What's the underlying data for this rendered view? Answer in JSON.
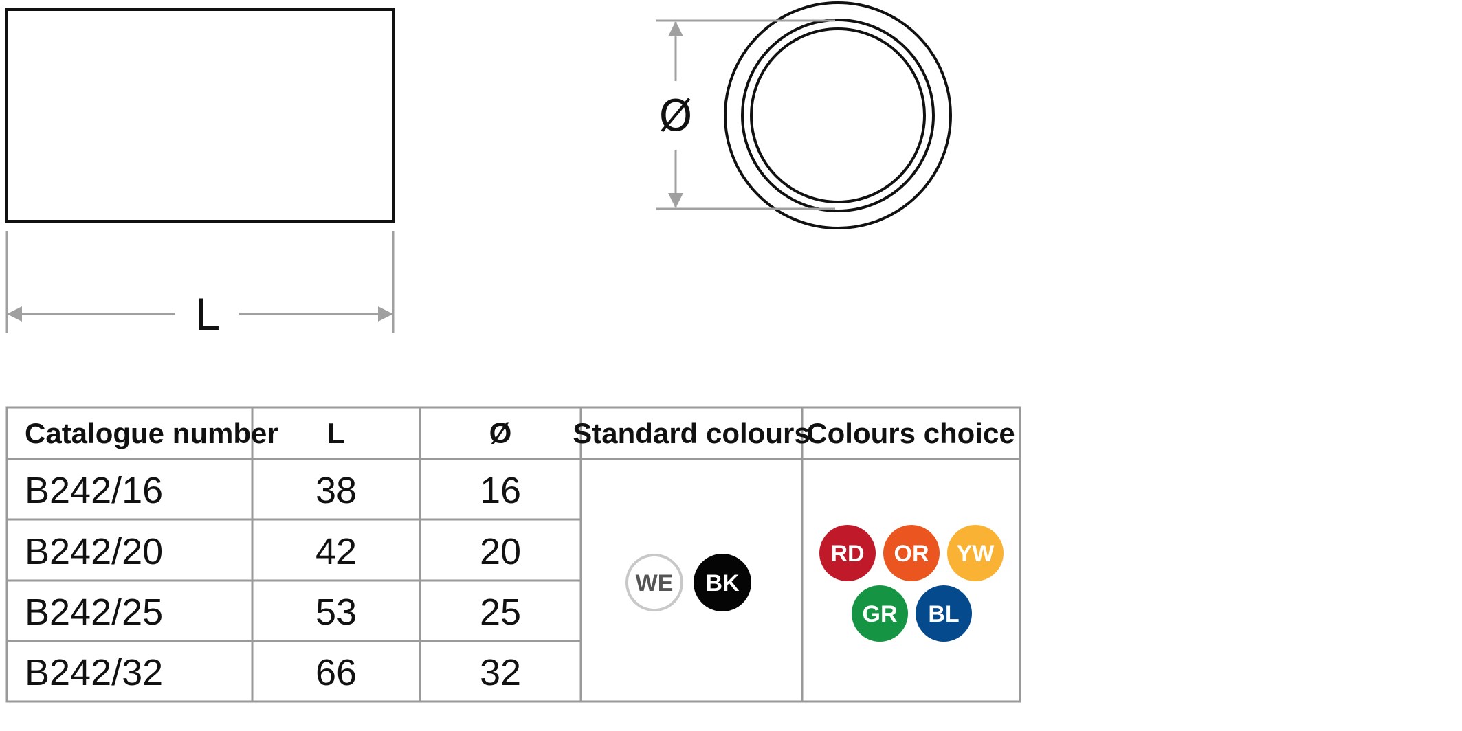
{
  "drawing": {
    "length_label": "L",
    "diameter_label": "Ø"
  },
  "table": {
    "headers": [
      "Catalogue  number",
      "L",
      "Ø",
      "Standard colours",
      "Colours choice"
    ],
    "rows": [
      {
        "catalogue": "B242/16",
        "length": "38",
        "diameter": "16"
      },
      {
        "catalogue": "B242/20",
        "length": "42",
        "diameter": "20"
      },
      {
        "catalogue": "B242/25",
        "length": "53",
        "diameter": "25"
      },
      {
        "catalogue": "B242/32",
        "length": "66",
        "diameter": "32"
      }
    ],
    "standard_colours": [
      {
        "code": "WE",
        "fill": "#ffffff",
        "stroke": "#c8c8c8",
        "text": "#555555"
      },
      {
        "code": "BK",
        "fill": "#050505",
        "stroke": "#050505",
        "text": "#ffffff"
      }
    ],
    "colours_choice": [
      {
        "code": "RD",
        "fill": "#c0192a",
        "text": "#ffffff"
      },
      {
        "code": "OR",
        "fill": "#ea5520",
        "text": "#ffffff"
      },
      {
        "code": "YW",
        "fill": "#f9b233",
        "text": "#ffffff"
      },
      {
        "code": "GR",
        "fill": "#159543",
        "text": "#ffffff"
      },
      {
        "code": "BL",
        "fill": "#054a8c",
        "text": "#ffffff"
      }
    ]
  },
  "colors": {
    "outline": "#111111",
    "dimension": "#a0a0a0",
    "grid": "#9a9a9a"
  }
}
